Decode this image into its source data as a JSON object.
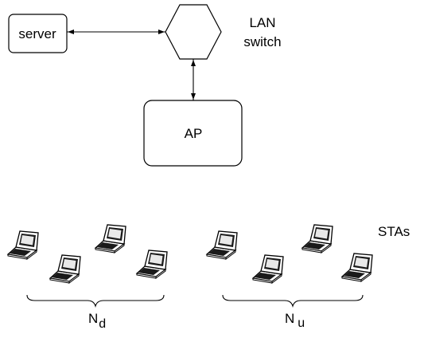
{
  "nodes": {
    "server": "server",
    "switch": {
      "line1": "LAN",
      "line2": "switch"
    },
    "ap": "AP",
    "stas": "STAs"
  },
  "groups": {
    "left": {
      "base": "N",
      "subscript": "d"
    },
    "right": {
      "base": "N",
      "subscript": "u"
    }
  },
  "connections": [
    {
      "from": "server",
      "to": "switch",
      "arrows": "both"
    },
    {
      "from": "switch",
      "to": "AP",
      "arrows": "both"
    }
  ],
  "colors": {
    "line": "#000000",
    "background": "#ffffff",
    "laptop_body": "#ffffff",
    "keyboard": "#1a1a1a"
  },
  "icons": {
    "laptop": "laptop-icon",
    "brace": "brace-icon"
  }
}
